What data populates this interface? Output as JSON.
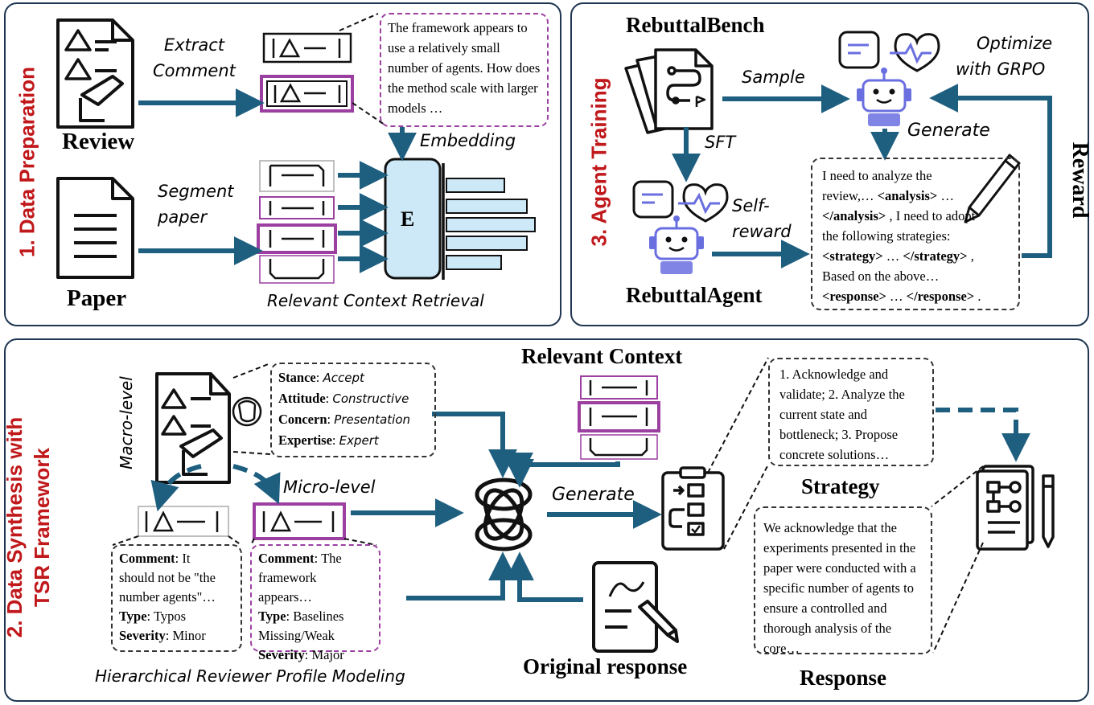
{
  "panel1": {
    "title": "1. Data Preparation",
    "review_label": "Review",
    "paper_label": "Paper",
    "extract_line1": "Extract",
    "extract_line2": "Comment",
    "segment_line1": "Segment",
    "segment_line2": "paper",
    "embedding_label": "Embedding",
    "encoder_label": "E",
    "retrieval_label": "Relevant Context Retrieval",
    "comment_text": "The framework appears to use a relatively small number of agents. How does the method scale with larger models …"
  },
  "panel3": {
    "title": "3. Agent Training",
    "bench_label": "RebuttalBench",
    "agent_label": "RebuttalAgent",
    "sample_label": "Sample",
    "sft_label": "SFT",
    "selfreward_line1": "Self-",
    "selfreward_line2": "reward",
    "optimize_line1": "Optimize",
    "optimize_line2": "with GRPO",
    "generate_label": "Generate",
    "reward_label": "Reward",
    "output_lines": [
      [
        "I need to analyze the",
        ""
      ],
      [
        "review,… ",
        "<analysis>",
        " …"
      ],
      [
        "</analysis>",
        " , I need to adopt"
      ],
      [
        "the following strategies:",
        ""
      ],
      [
        "<strategy>",
        " … ",
        "</strategy>",
        " ,"
      ],
      [
        "Based on the above…",
        ""
      ],
      [
        "<response>",
        " … ",
        "</response>",
        " ."
      ]
    ]
  },
  "panel2": {
    "title_line1": "2. Data Synthesis with",
    "title_line2": "TSR Framework",
    "macro_label": "Macro-level",
    "micro_label": "Micro-level",
    "relevant_context_label": "Relevant Context",
    "generate_label": "Generate",
    "strategy_label": "Strategy",
    "response_label": "Response",
    "original_response_label": "Original response",
    "hierarchical_label": "Hierarchical Reviewer Profile Modeling",
    "macro_profile": [
      {
        "key": "Stance",
        "value": "Accept"
      },
      {
        "key": "Attitude",
        "value": "Constructive"
      },
      {
        "key": "Concern",
        "value": "Presentation"
      },
      {
        "key": "Expertise",
        "value": "Expert"
      }
    ],
    "minor_comment": {
      "line1_key": "Comment",
      "line1_val": ": It",
      "line2": "should not be \"the",
      "line3": "number agents\"…",
      "type_key": "Type",
      "type_val": ": Typos",
      "severity_key": "Severity",
      "severity_val": ": Minor"
    },
    "major_comment": {
      "line1_key": "Comment",
      "line1_val": ": The",
      "line2": "framework appears…",
      "type_key": "Type",
      "type_val": ": Baselines",
      "type_val2": "Missing/Weak",
      "severity_key": "Severity",
      "severity_val": ": Major"
    },
    "strategy_text": "1. Acknowledge and validate; 2. Analyze the current state and bottleneck; 3. Propose concrete solutions…",
    "response_text": "We acknowledge that the experiments presented in the paper were conducted with a specific number of agents to ensure a controlled and thorough analysis of the core…"
  },
  "colors": {
    "arrow": "#1e5f80",
    "panel_border": "#1f3550",
    "title_red": "#c0181b",
    "purple": "#9b3fa0",
    "encoder_fill": "#cde9f7",
    "robot": "#6a6fe0"
  }
}
